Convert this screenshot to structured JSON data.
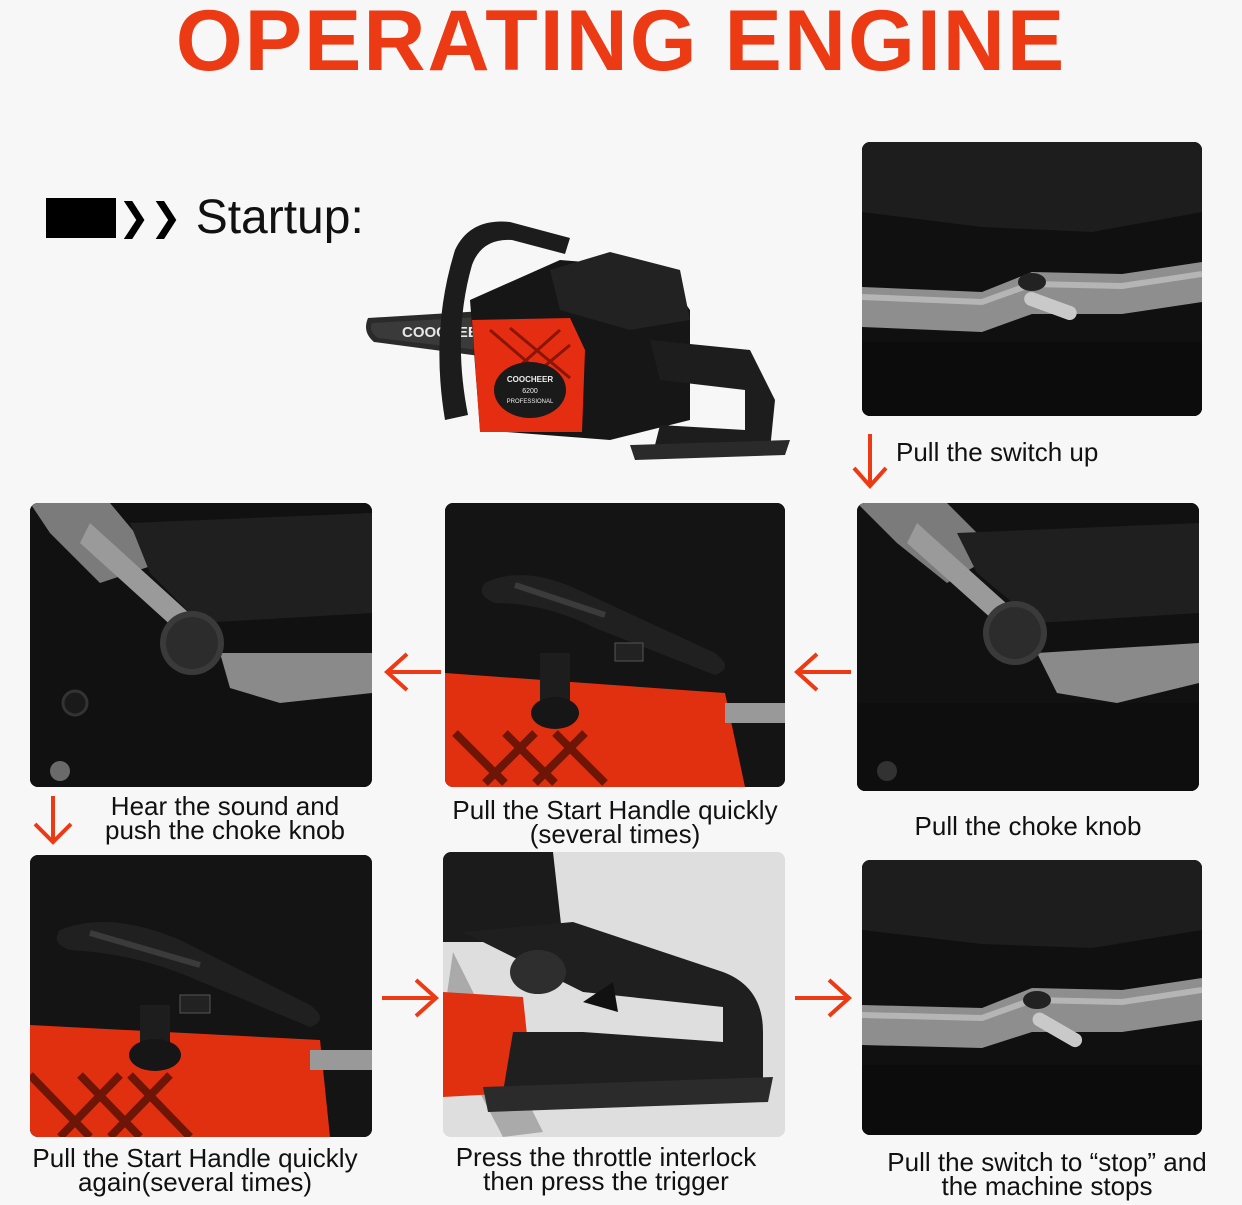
{
  "title": "OPERATING ENGINE",
  "startup": {
    "label": "Startup:",
    "icon": "double-chevron-right-icon"
  },
  "product": {
    "brand_bar": "COOCHEER",
    "brand_housing": "COOCHEER",
    "model": "6200",
    "edition": "PROFESSIONAL"
  },
  "steps": [
    {
      "lines": [
        "Pull the switch up"
      ]
    },
    {
      "lines": [
        "Pull the choke knob"
      ]
    },
    {
      "lines": [
        "Pull the Start Handle quickly",
        "(several times)"
      ]
    },
    {
      "lines": [
        "Hear the sound and",
        "push the choke knob"
      ]
    },
    {
      "lines": [
        "Pull the Start Handle quickly",
        "again(several times)"
      ]
    },
    {
      "lines": [
        "Press the throttle interlock",
        "then press the trigger"
      ]
    },
    {
      "lines": [
        "Pull the switch to “stop” and",
        "the machine stops"
      ]
    }
  ],
  "colors": {
    "accent": "#ec3a14",
    "housing": "#141414",
    "metal": "#8e8e8e"
  }
}
